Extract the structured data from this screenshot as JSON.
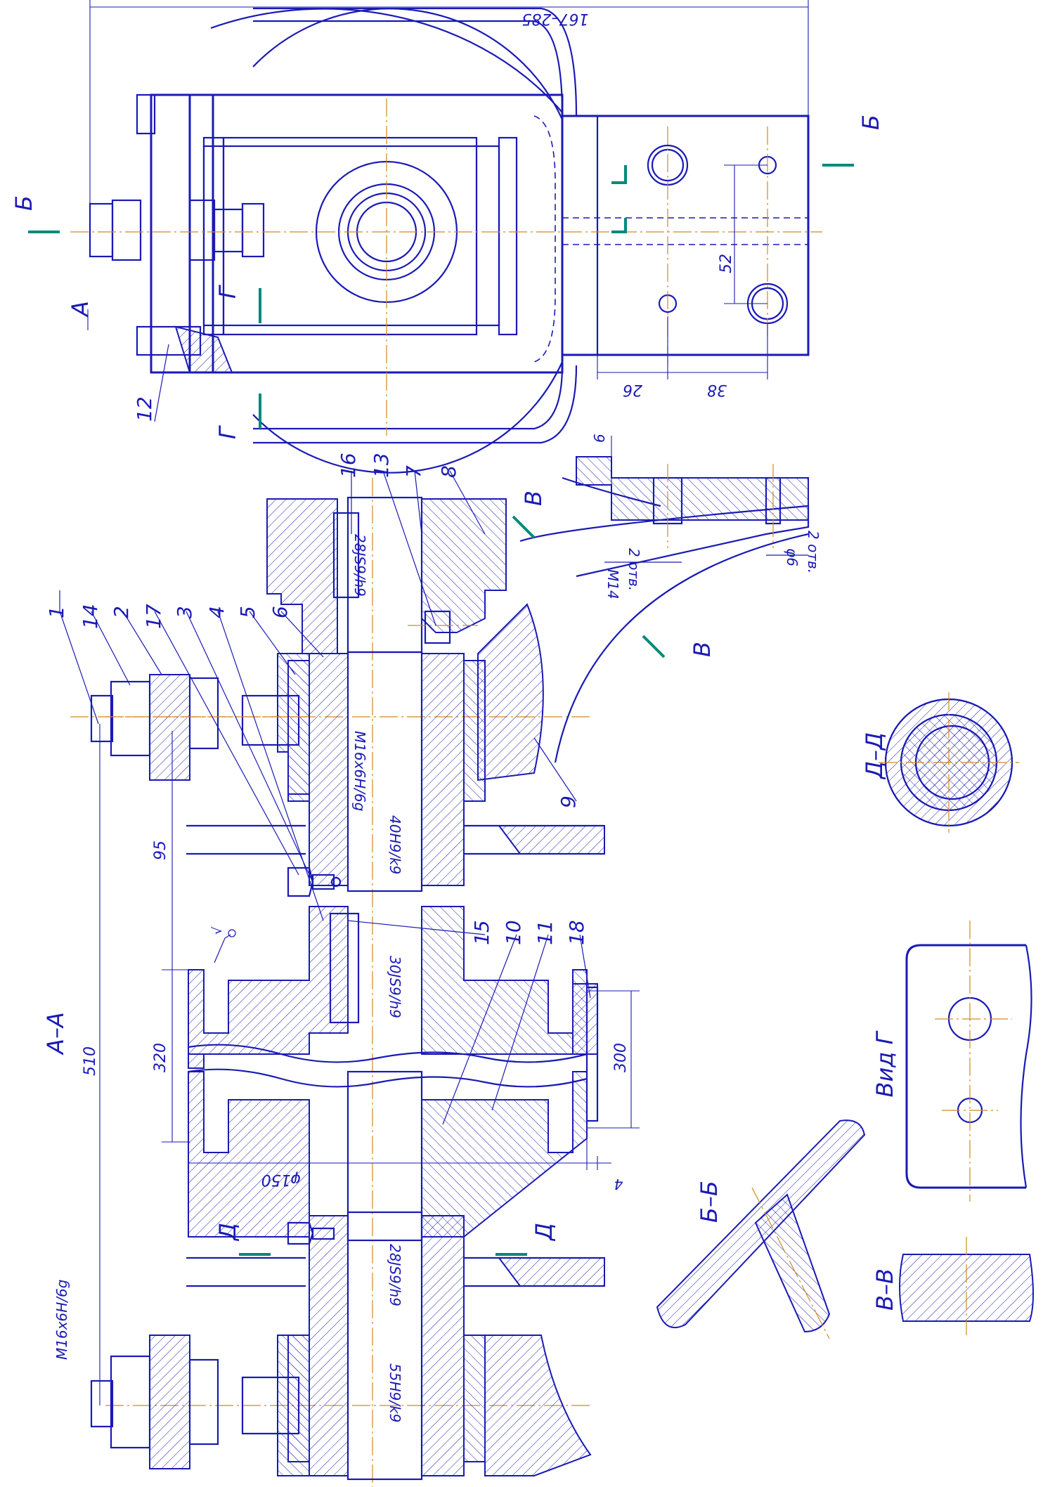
{
  "sections": {
    "a_a": "А–А",
    "b_b": "Б–Б",
    "v_v": "В–В",
    "d_d": "Д–Д",
    "vid_g": "Вид Г"
  },
  "cut_letters": {
    "a": "А",
    "b": "Б",
    "v": "В",
    "g": "Г",
    "d": "Д"
  },
  "dimensions": {
    "top_overall": "167–285",
    "d52": "52",
    "d26": "26",
    "d38": "38",
    "d6": "6",
    "m14": "М14",
    "m14_count": "2 отв.",
    "phi6": "φ6",
    "phi6_count": "2 отв.",
    "d510": "510",
    "d320": "320",
    "d95": "95",
    "d300": "300",
    "d4": "4",
    "phi150": "φ150",
    "fit_28js9h9": "28JS9/h9",
    "fit_m16": "М16х6Н/6g",
    "fit_40h9k9": "40Н9/k9",
    "fit_30js9h9": "30JS9/h9",
    "fit_28js9h9_b": "28JS9/h9",
    "fit_55h9k9": "55Н9/k9",
    "fit_m16_left": "М16х6Н/6g"
  },
  "parts": [
    "1",
    "14",
    "2",
    "17",
    "3",
    "4",
    "5",
    "6",
    "16",
    "13",
    "7",
    "8",
    "9",
    "15",
    "10",
    "11",
    "18",
    "12"
  ],
  "colors": {
    "line": "#1a1ab4",
    "axis": "#d08a20",
    "cut": "#00897b"
  }
}
